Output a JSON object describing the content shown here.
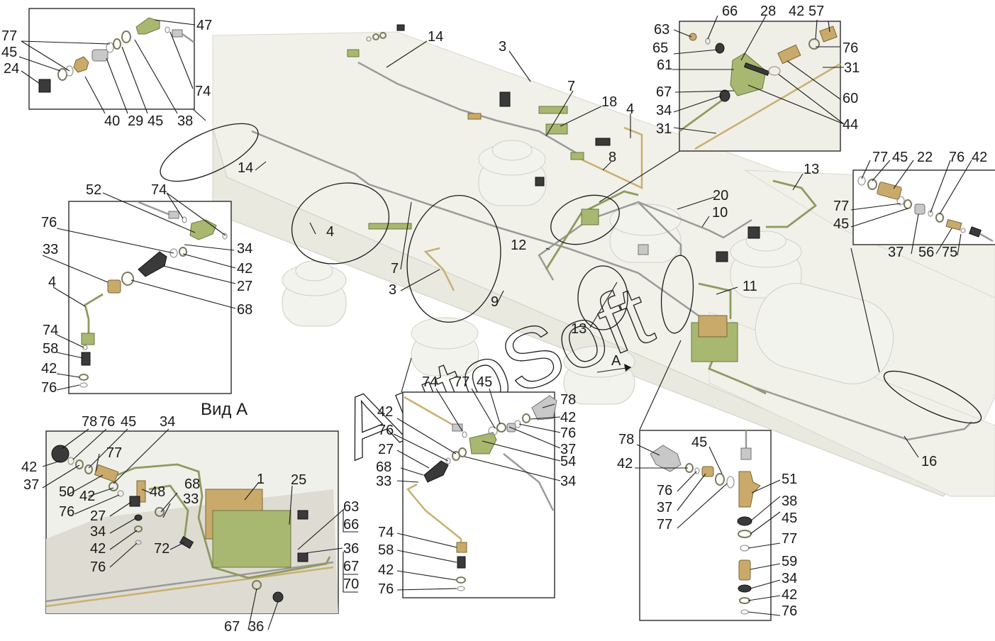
{
  "diagram": {
    "title_view": "Вид А",
    "view_marker": "A",
    "watermark": "AutoSoft"
  },
  "inset_top_left": {
    "labels": [
      "77",
      "45",
      "24",
      "40",
      "29",
      "45",
      "38",
      "47",
      "74"
    ]
  },
  "inset_top_right": {
    "labels": [
      "63",
      "66",
      "28",
      "42",
      "57",
      "65",
      "76",
      "61",
      "31",
      "67",
      "60",
      "34",
      "44",
      "31"
    ]
  },
  "inset_right": {
    "labels": [
      "77",
      "45",
      "22",
      "76",
      "42",
      "77",
      "45",
      "37",
      "56",
      "75"
    ]
  },
  "inset_left": {
    "labels": [
      "52",
      "74",
      "76",
      "34",
      "33",
      "42",
      "27",
      "4",
      "68",
      "74",
      "58",
      "42",
      "76"
    ]
  },
  "inset_view_a": {
    "labels": [
      "78",
      "76",
      "45",
      "34",
      "42",
      "77",
      "37",
      "50",
      "42",
      "48",
      "68",
      "1",
      "25",
      "76",
      "27",
      "33",
      "34",
      "42",
      "72",
      "76",
      "63",
      "66",
      "36",
      "67",
      "70",
      "67",
      "36"
    ]
  },
  "inset_center_bottom": {
    "labels": [
      "74",
      "77",
      "45",
      "78",
      "42",
      "42",
      "76",
      "76",
      "27",
      "37",
      "68",
      "54",
      "33",
      "34",
      "74",
      "58",
      "42",
      "76"
    ]
  },
  "inset_bottom_right": {
    "labels": [
      "78",
      "45",
      "42",
      "51",
      "76",
      "37",
      "77",
      "38",
      "45",
      "77",
      "59",
      "34",
      "42",
      "76"
    ]
  },
  "main_view": {
    "labels": [
      "14",
      "3",
      "7",
      "18",
      "4",
      "8",
      "14",
      "4",
      "7",
      "3",
      "9",
      "12",
      "20",
      "10",
      "13",
      "13",
      "11",
      "16"
    ]
  }
}
